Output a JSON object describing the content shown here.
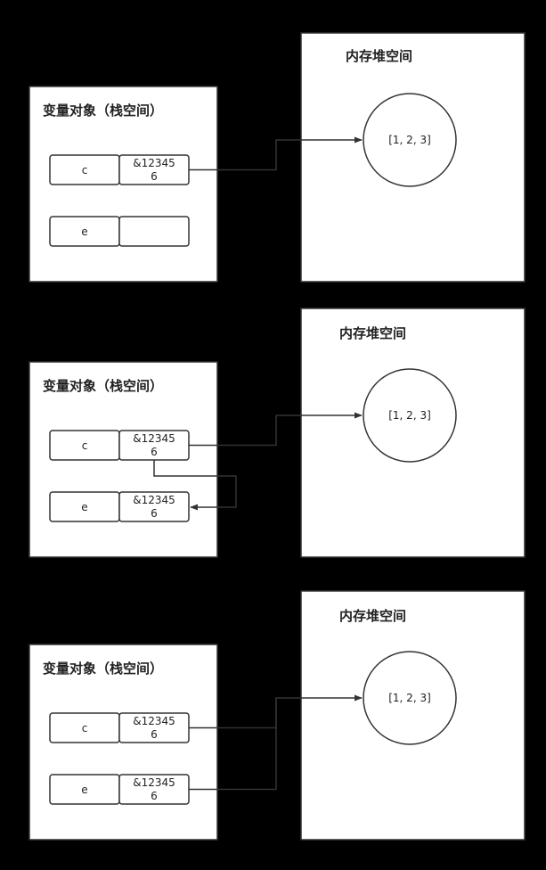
{
  "colors": {
    "background": "#000000",
    "box_fill": "#ffffff",
    "stroke": "#333333",
    "text": "#222222"
  },
  "panels": [
    {
      "stack_title": "变量对象（栈空间）",
      "heap_title": "内存堆空间",
      "heap_value": "[1, 2, 3]",
      "vars": [
        {
          "name": "c",
          "ref_line1": "&12345",
          "ref_line2": "6"
        },
        {
          "name": "e",
          "ref_line1": "",
          "ref_line2": ""
        }
      ]
    },
    {
      "stack_title": "变量对象（栈空间）",
      "heap_title": "内存堆空间",
      "heap_value": "[1, 2, 3]",
      "vars": [
        {
          "name": "c",
          "ref_line1": "&12345",
          "ref_line2": "6"
        },
        {
          "name": "e",
          "ref_line1": "&12345",
          "ref_line2": "6"
        }
      ]
    },
    {
      "stack_title": "变量对象（栈空间）",
      "heap_title": "内存堆空间",
      "heap_value": "[1, 2, 3]",
      "vars": [
        {
          "name": "c",
          "ref_line1": "&12345",
          "ref_line2": "6"
        },
        {
          "name": "e",
          "ref_line1": "&12345",
          "ref_line2": "6"
        }
      ]
    }
  ]
}
